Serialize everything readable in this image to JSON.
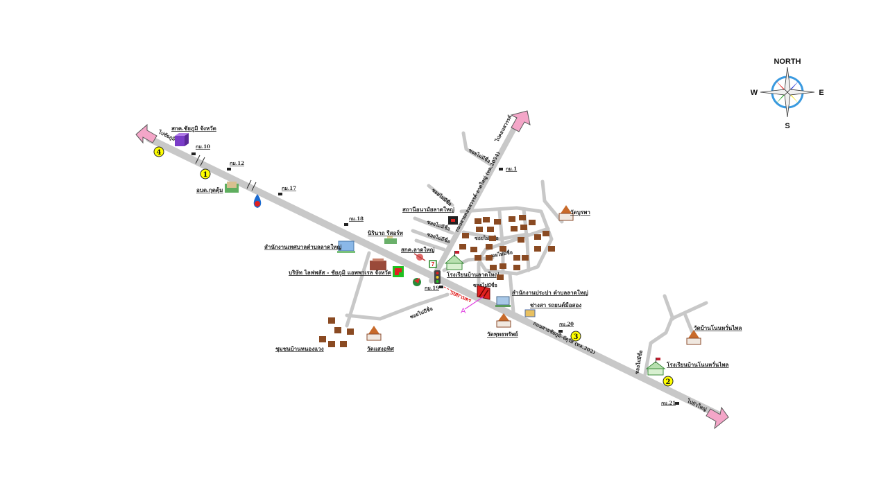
{
  "compass": {
    "north": "NORTH",
    "south": "S",
    "east": "E",
    "west": "W"
  },
  "colors": {
    "road": "#c8c8c8",
    "arrow": "#f4a6c8",
    "marker": "#ffff00",
    "house": "#8a4a22",
    "site": "#e0202a",
    "distance": "#e0202a",
    "pointer": "#e040e0"
  },
  "directions": {
    "northwest": "ไปชัยภูมิ",
    "northeast": "ไปคอนสวรรค์",
    "southeast": "ไปบัวใหญ่"
  },
  "roads": {
    "main": "ถนนสายชัยภูมิ-จัตุรัส (ทล.202)",
    "north": "ถนนสายคอนสวรรค์-ลาดใหญ่ (ทล.2054)",
    "soi_label": "ซอยไม่มีชื่อ"
  },
  "markers": [
    "1",
    "2",
    "3",
    "4"
  ],
  "km_posts": [
    "กม.10",
    "กม.12",
    "กม.17",
    "กม.18",
    "กม.19",
    "กม.20",
    "กม.21",
    "กม.1"
  ],
  "places": {
    "customs": "สกค.ชัยภูมิ จังหวัด",
    "tambon_office": "อบต.กุดตุ้ม",
    "municipality": "สำนักงานเทศบาลตำบลลาดใหญ่",
    "resort": "นิรินาถ รีสอร์ท",
    "post_office": "สกค.ลาดใหญ่",
    "company": "บริษัท ไลฟพลัส - ชัยภูมิ แอพพาเรล จังหวัด",
    "health_station": "สถานีอนามัยลาดใหญ่",
    "school_ladyai": "โรงเรียนบ้านลาดใหญ่",
    "waterworks": "สำนักงานประปา ตำบลลาดใหญ่",
    "garage": "ช่างสา รถยนต์มือสอง",
    "wat_burapha": "วัดบูรพา",
    "wat_phutthasap": "วัดพุทธทรัพย์",
    "wat_saeng": "วัดแสงอุทิศ",
    "village_nongwaeng": "ชุมชนบ้านหนองแวง",
    "wat_nonwanphai": "วัดบ้านโนนหวั่นไพล",
    "school_nonwanphai": "โรงเรียนบ้านโนนหวั่นไพล"
  },
  "distance_note": "500 เมตร",
  "site_marker": "A"
}
